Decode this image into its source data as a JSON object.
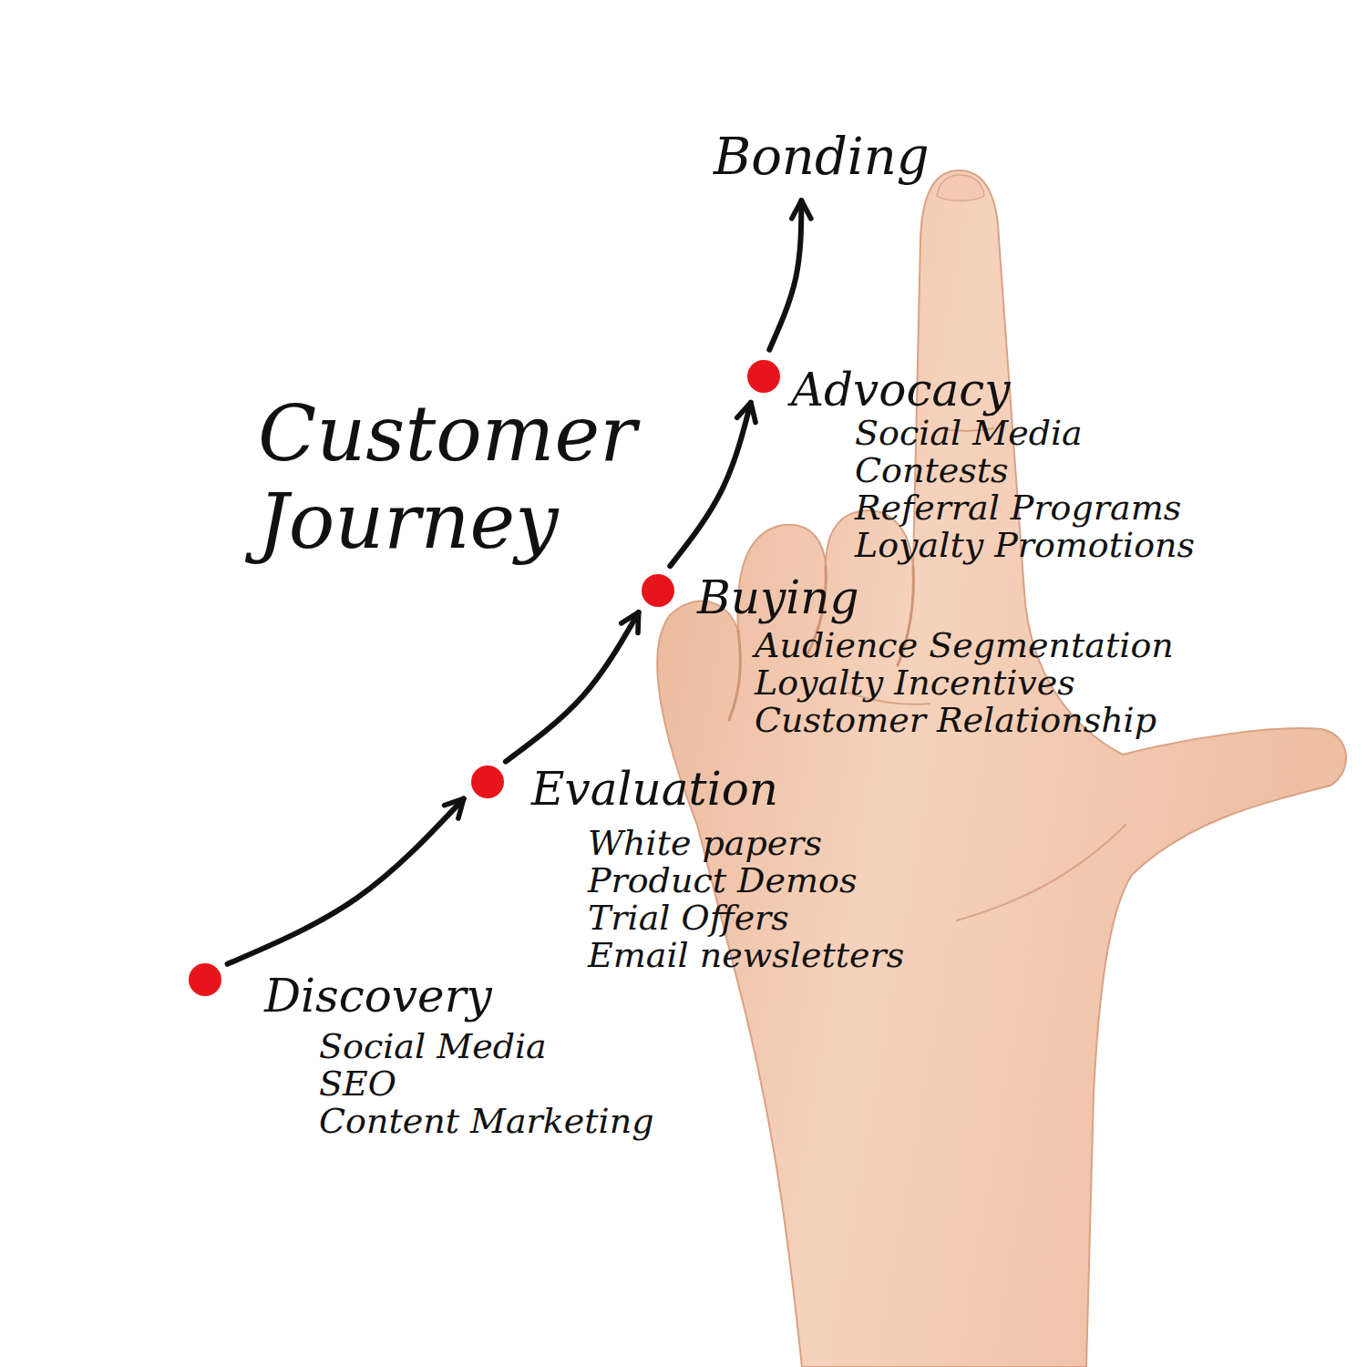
{
  "diagram": {
    "title": "Customer Journey",
    "nodes": [
      {
        "text": [
          "Discovery",
          "Social Media",
          "SEO",
          "Content Marketing"
        ]
      },
      {
        "text": [
          "Evaluation",
          "White papers",
          "Product Demos",
          "Trial Offers",
          "Email newsletters"
        ]
      },
      {
        "text": [
          "Buying",
          "Audience Segmentation",
          "Loyalty Incentives",
          "Customer Relationship"
        ]
      },
      {
        "text": [
          "Advocacy",
          "Social Media",
          "Contests",
          "Referral Programs",
          "Loyalty Promotions"
        ]
      },
      {
        "text": [
          "Bonding"
        ]
      }
    ],
    "edges": [
      {
        "from": 0,
        "to": 1,
        "arrow": "to"
      },
      {
        "from": 1,
        "to": 2,
        "arrow": "to"
      },
      {
        "from": 2,
        "to": 3,
        "arrow": "to"
      },
      {
        "from": 3,
        "to": 4,
        "arrow": "to"
      }
    ]
  }
}
